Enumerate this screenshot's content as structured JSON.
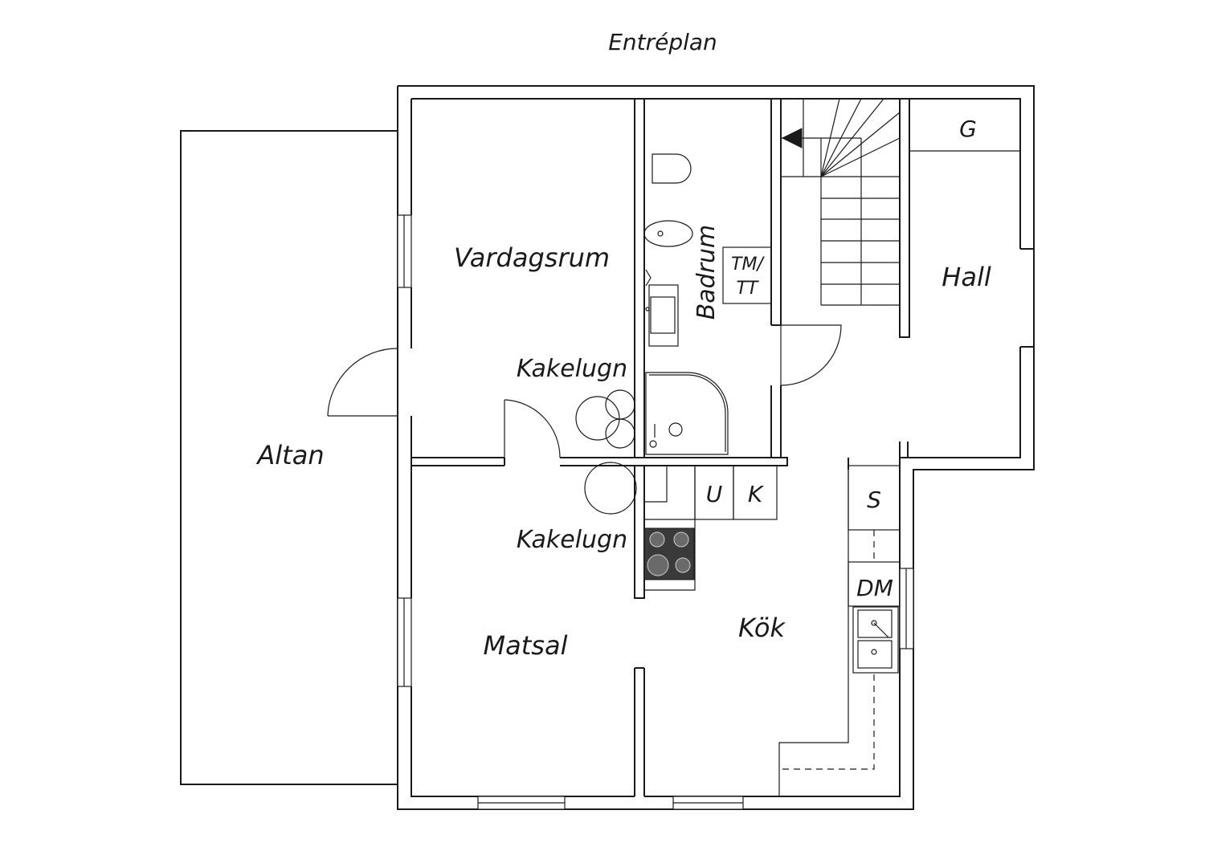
{
  "title": "Entréplan",
  "rooms": {
    "altan": "Altan",
    "vardagsrum": "Vardagsrum",
    "matsal": "Matsal",
    "kok": "Kök",
    "badrum": "Badrum",
    "hall": "Hall",
    "kakelugn_1": "Kakelugn",
    "kakelugn_2": "Kakelugn"
  },
  "fixtures": {
    "g": "G",
    "tm_line1": "TM/",
    "tm_line2": "TT",
    "u": "U",
    "k": "K",
    "s": "S",
    "dm": "DM"
  },
  "colors": {
    "line": "#1a1a1a",
    "stove": "#3a3a3a",
    "background": "#ffffff"
  }
}
